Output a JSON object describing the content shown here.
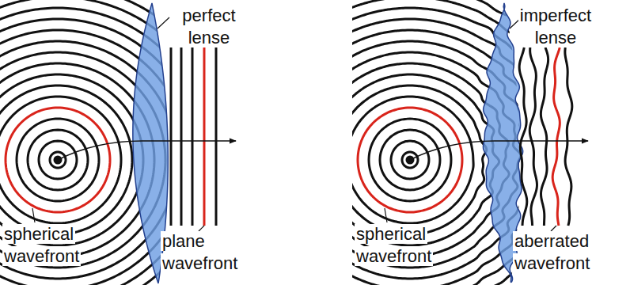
{
  "diagram": {
    "labels": [
      "perfect lense",
      "spherical wavefront",
      "plane wavefront",
      "imperfect lense",
      "spherical wavefront",
      "aberrated wavefront"
    ]
  }
}
